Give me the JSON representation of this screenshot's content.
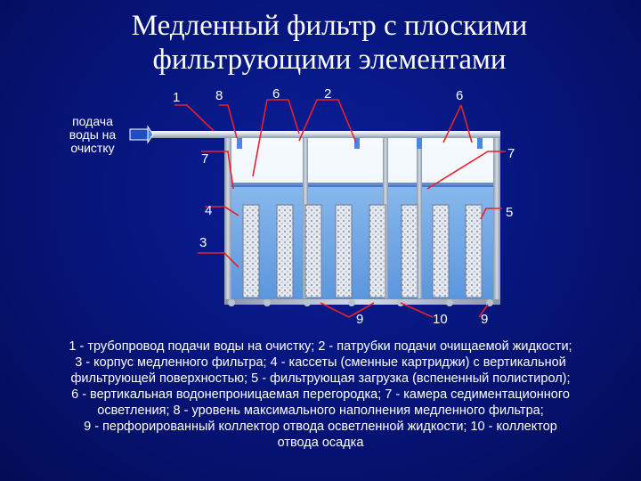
{
  "title": {
    "line1": "Медленный фильтр с плоскими",
    "line2": "фильтрующими элементами"
  },
  "intake_label": {
    "line1": "подача",
    "line2": "воды на",
    "line3": "очистку"
  },
  "callouts": {
    "n1": "1",
    "n8": "8",
    "n6a": "6",
    "n2": "2",
    "n6b": "6",
    "n7a": "7",
    "n7b": "7",
    "n4": "4",
    "n5": "5",
    "n3": "3",
    "n9a": "9",
    "n10": "10",
    "n9b": "9"
  },
  "legend": {
    "line1": "1 - трубопровод подачи воды на очистку; 2 - патрубки подачи очищаемой жидкости;",
    "line2": "3 - корпус медленного фильтра; 4 - кассеты (сменные картриджи) с вертикальной",
    "line3": "фильтрующей поверхностью; 5 - фильтрующая загрузка (вспененный полистирол);",
    "line4": "6 - вертикальная водонепроницаемая перегородка; 7 - камера седиментационного",
    "line5": "осветления; 8 - уровень максимального наполнения медленного фильтра;",
    "line6": "9 - перфорированный коллектор отвода осветленной жидкости; 10 - коллектор",
    "line7": "отвода осадка"
  },
  "colors": {
    "background": "#061478",
    "callout_line": "#e8202a",
    "water": "#7fb6f0",
    "tank_wall": "#c8d0dc",
    "inlet_arrow": "#4a86e8"
  }
}
